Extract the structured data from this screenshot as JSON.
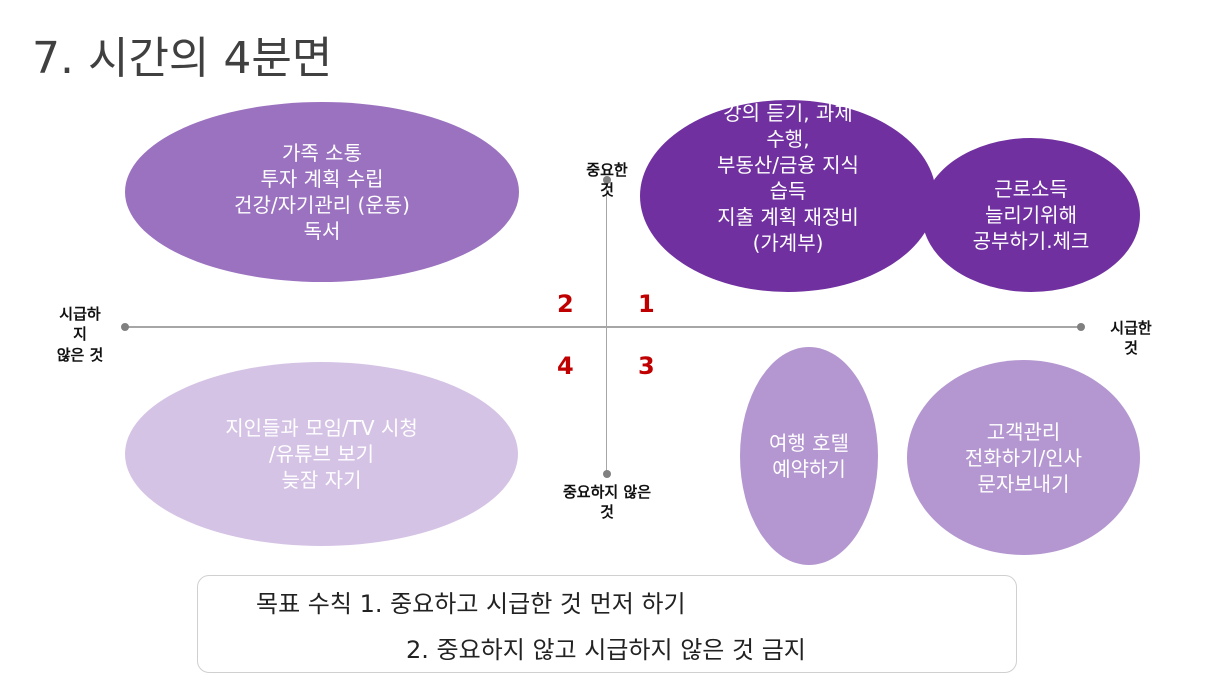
{
  "title": "7. 시간의 4분면",
  "axes": {
    "top": "중요한\n것",
    "bottom": "중요하지 않은\n것",
    "left": "시급하\n지\n않은 것",
    "right": "시급한\n것"
  },
  "quadrants": [
    "1",
    "2",
    "3",
    "4"
  ],
  "ellipses": {
    "q2": "가족 소통\n투자 계획 수립\n건강/자기관리 (운동)\n독서",
    "q1a": "강의 듣기, 과제\n수행,\n부동산/금융 지식\n습득\n지출 계획 재정비\n(가계부)",
    "q1b": "근로소득\n늘리기위해\n공부하기.체크",
    "q4": "지인들과 모임/TV 시청\n/유튜브 보기\n늦잠 자기",
    "q3a": "여행 호텔\n예약하기",
    "q3b": "고객관리\n전화하기/인사\n문자보내기"
  },
  "goals": {
    "line1": "목표 수칙 1. 중요하고 시급한 것 먼저 하기",
    "line2": "2. 중요하지 않고 시급하지 않은 것 금지"
  },
  "colors": {
    "dark": "#7030a0",
    "mid": "#9b72bf",
    "light": "#d5c3e5",
    "light2": "#b497d0",
    "number": "#c00000"
  }
}
